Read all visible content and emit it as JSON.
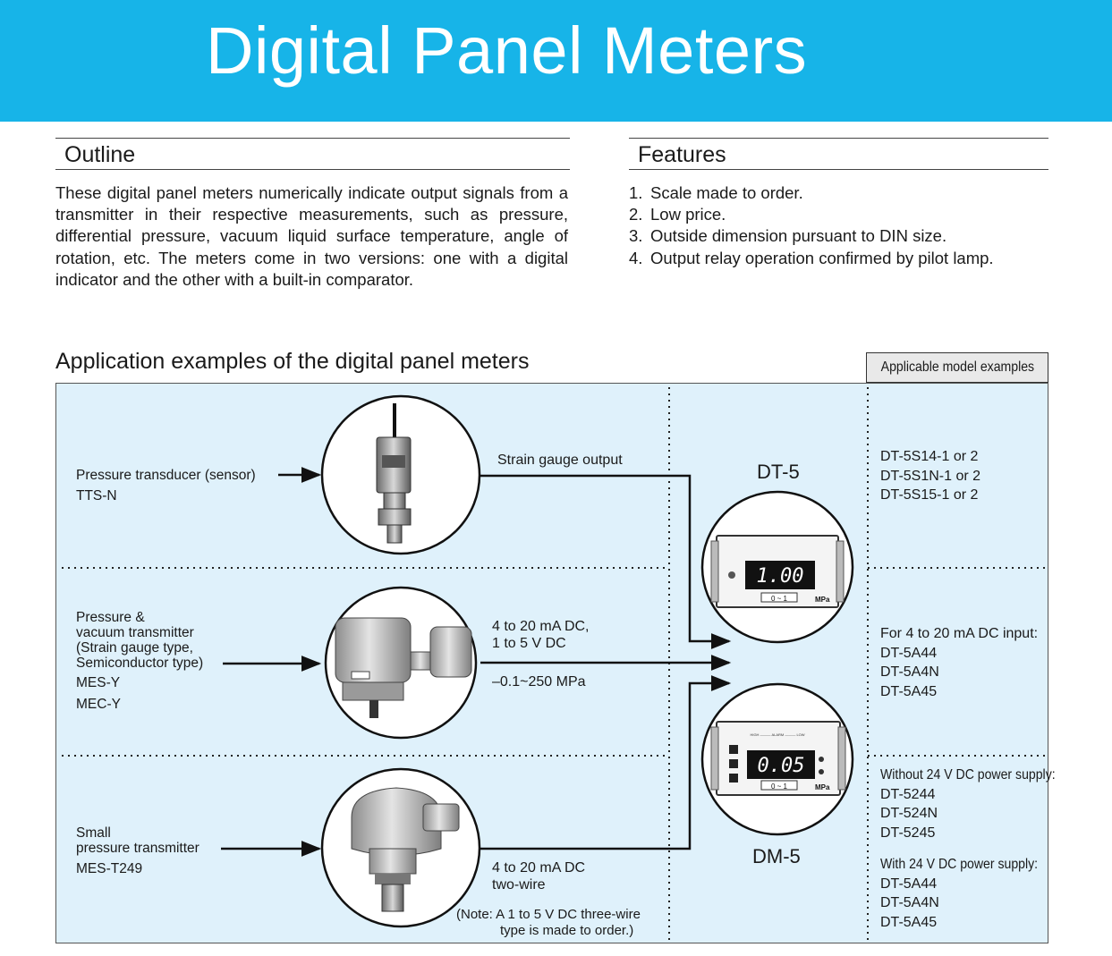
{
  "banner": {
    "title": "Digital Panel Meters",
    "color": "#17b4e8"
  },
  "outline": {
    "heading": "Outline",
    "text": "These digital panel meters numerically indicate output signals from a transmitter in their respective measurements, such as pressure, differential pressure, vacuum liquid surface temperature, angle of rotation, etc. The meters come in two versions: one with a digital indicator and the other with a built-in comparator."
  },
  "features": {
    "heading": "Features",
    "items": [
      {
        "num": "1.",
        "text": "Scale made to order."
      },
      {
        "num": "2.",
        "text": "Low price."
      },
      {
        "num": "3.",
        "text": "Outside dimension pursuant to DIN size."
      },
      {
        "num": "4.",
        "text": "Output relay operation confirmed by pilot lamp."
      }
    ]
  },
  "applications": {
    "heading": "Application examples of the digital panel meters",
    "model_tag": "Applicable model examples",
    "devices": [
      {
        "name": "Pressure transducer (sensor)",
        "model": "TTS-N"
      },
      {
        "name_lines": [
          "Pressure &",
          "vacuum transmitter",
          "(Strain gauge type,",
          "Semiconductor type)"
        ],
        "models": [
          "MES-Y",
          "MEC-Y"
        ]
      },
      {
        "name_lines": [
          "Small",
          "pressure transmitter"
        ],
        "model": "MES-T249"
      }
    ],
    "signals": {
      "strain": "Strain gauge output",
      "current_lines": [
        "4 to 20 mA DC,",
        "1 to 5 V DC"
      ],
      "range": "–0.1~250 MPa",
      "two_wire_lines": [
        "4 to 20 mA DC",
        "two-wire"
      ],
      "note_lines": [
        "(Note: A 1 to 5 V DC three-wire",
        "type is made to order.)"
      ]
    },
    "meters": {
      "top": {
        "name": "DT-5",
        "display": "1.00",
        "scale": "0 ~ 1",
        "unit": "MPa"
      },
      "bottom": {
        "name": "DM-5",
        "display": "0.05",
        "scale": "0 ~ 1",
        "unit": "MPa",
        "top_marks": "HIGH ——— ALARM ——— LOW"
      }
    },
    "model_groups": [
      {
        "lines": [
          "DT-5S14-1 or 2",
          "DT-5S1N-1 or 2",
          "DT-5S15-1 or 2"
        ]
      },
      {
        "lines": [
          "For 4 to 20 mA DC input:",
          "DT-5A44",
          "DT-5A4N",
          "DT-5A45"
        ]
      },
      {
        "without_label": "Without 24 V DC power supply:",
        "without": [
          "DT-5244",
          "DT-524N",
          "DT-5245"
        ],
        "with_label": "With 24 V DC power supply:",
        "with": [
          "DT-5A44",
          "DT-5A4N",
          "DT-5A45"
        ]
      }
    ],
    "colors": {
      "panel_bg": "#dff1fb",
      "line": "#111111"
    }
  }
}
